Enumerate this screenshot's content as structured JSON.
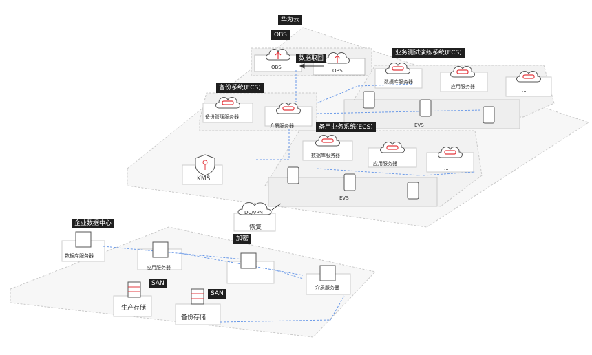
{
  "cloud": {
    "title": "华为云",
    "obs_tag": "OBS",
    "obs_label_1": "OBS",
    "obs_label_2": "OBS",
    "data_retrieve": "数据取回",
    "test_system": {
      "title": "业务测试演练系统(ECS)",
      "db_server": "数据库服务器",
      "app_server": "应用服务器",
      "more": "...",
      "evs": "EVS"
    },
    "backup_system": {
      "title": "备份系统(ECS)",
      "mgmt_server": "备份管理服务器",
      "media_server": "介质服务器"
    },
    "standby_system": {
      "title": "备用业务系统(ECS)",
      "db_server": "数据库服务器",
      "app_server": "应用服务器",
      "more": "...",
      "evs": "EVS"
    },
    "kms": "KMS"
  },
  "link": {
    "dc_vpn": "DC/VPN",
    "restore": "恢复",
    "encrypt": "加密"
  },
  "datacenter": {
    "title": "企业数据中心",
    "db_server": "数据库服务器",
    "app_server": "应用服务器",
    "more": "...",
    "media_server": "介质服务器",
    "san1": "SAN",
    "san2": "SAN",
    "prod_storage": "生产存储",
    "backup_storage": "备份存储"
  },
  "colors": {
    "accent": "#e3393f",
    "dash_blue": "#6b9ae8",
    "platform_border": "#c9c9c9",
    "tag_bg": "#1f1f1f"
  }
}
